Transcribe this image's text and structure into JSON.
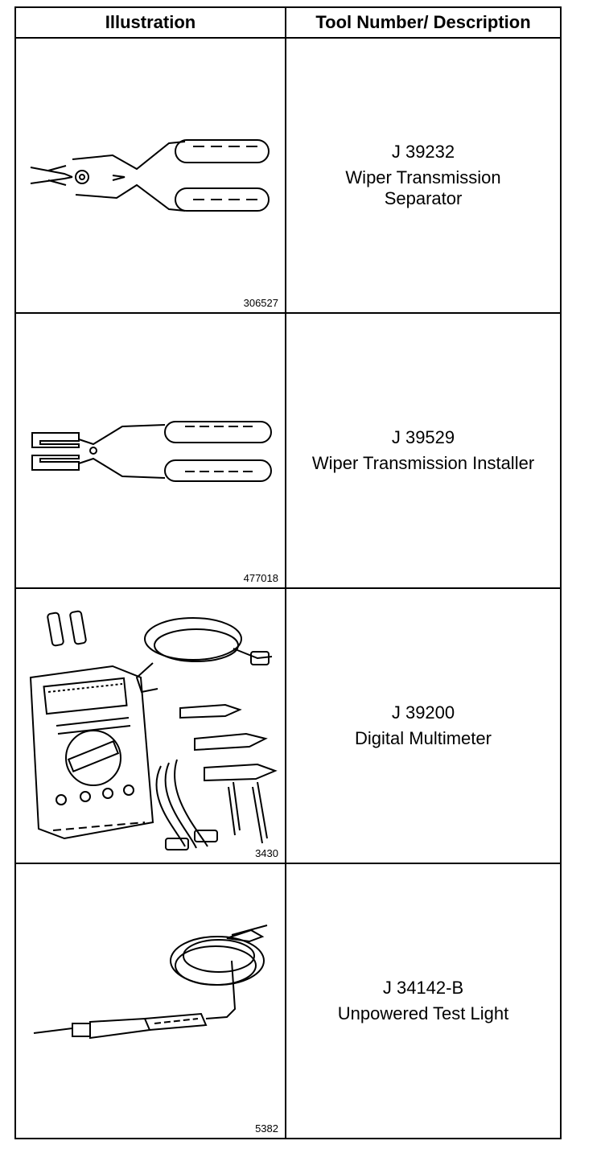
{
  "table": {
    "headers": {
      "illustration": "Illustration",
      "tool": "Tool Number/ Description"
    },
    "rows": [
      {
        "figure_number": "306527",
        "tool_number": "J 39232",
        "description": "Wiper Transmission\nSeparator",
        "illustration_icon": "pliers-icon"
      },
      {
        "figure_number": "477018",
        "tool_number": "J 39529",
        "description": "Wiper Transmission Installer",
        "illustration_icon": "fork-pliers-icon"
      },
      {
        "figure_number": "3430",
        "tool_number": "J 39200",
        "description": "Digital Multimeter",
        "illustration_icon": "multimeter-icon"
      },
      {
        "figure_number": "5382",
        "tool_number": "J 34142-B",
        "description": "Unpowered Test Light",
        "illustration_icon": "test-light-icon"
      }
    ]
  }
}
